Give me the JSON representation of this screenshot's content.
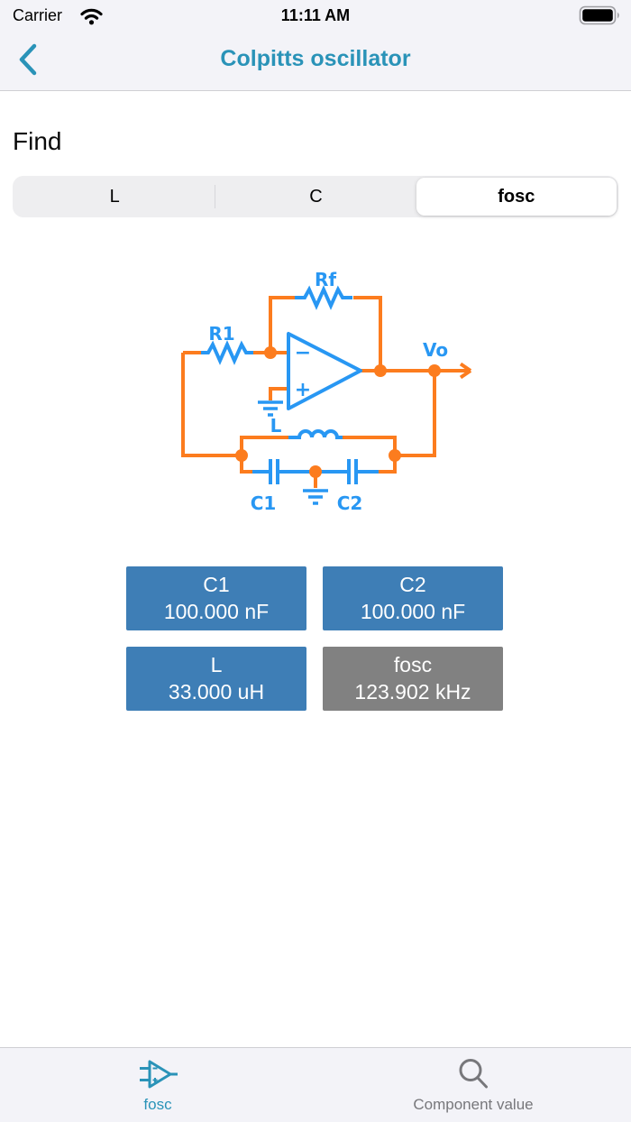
{
  "status_bar": {
    "carrier": "Carrier",
    "time": "11:11 AM"
  },
  "nav_bar": {
    "title": "Colpitts oscillator"
  },
  "find_section": {
    "heading": "Find",
    "segments": [
      {
        "label": "L",
        "selected": false
      },
      {
        "label": "C",
        "selected": false
      },
      {
        "label": "fosc",
        "selected": true
      }
    ]
  },
  "circuit": {
    "labels": {
      "feedback_resistor": "Rf",
      "input_resistor": "R1",
      "output": "Vo",
      "inductor": "L",
      "capacitor1": "C1",
      "capacitor2": "C2"
    },
    "opamp": {
      "inverting_input": "−",
      "noninverting_input": "+"
    },
    "colors": {
      "wire": "#fc7c1e",
      "component": "#2897f3"
    }
  },
  "values": {
    "buttons": [
      {
        "name": "C1",
        "value": "100.000 nF",
        "type": "input"
      },
      {
        "name": "C2",
        "value": "100.000 nF",
        "type": "input"
      },
      {
        "name": "L",
        "value": "33.000 uH",
        "type": "input"
      },
      {
        "name": "fosc",
        "value": "123.902 kHz",
        "type": "result"
      }
    ],
    "input_color": "#3e7eb6",
    "result_color": "#818181"
  },
  "tab_bar": {
    "tabs": [
      {
        "label": "fosc",
        "icon": "opamp-icon",
        "active": true
      },
      {
        "label": "Component value",
        "icon": "search-icon",
        "active": false
      }
    ],
    "active_color": "#2a93b8",
    "inactive_color": "#77777b"
  }
}
